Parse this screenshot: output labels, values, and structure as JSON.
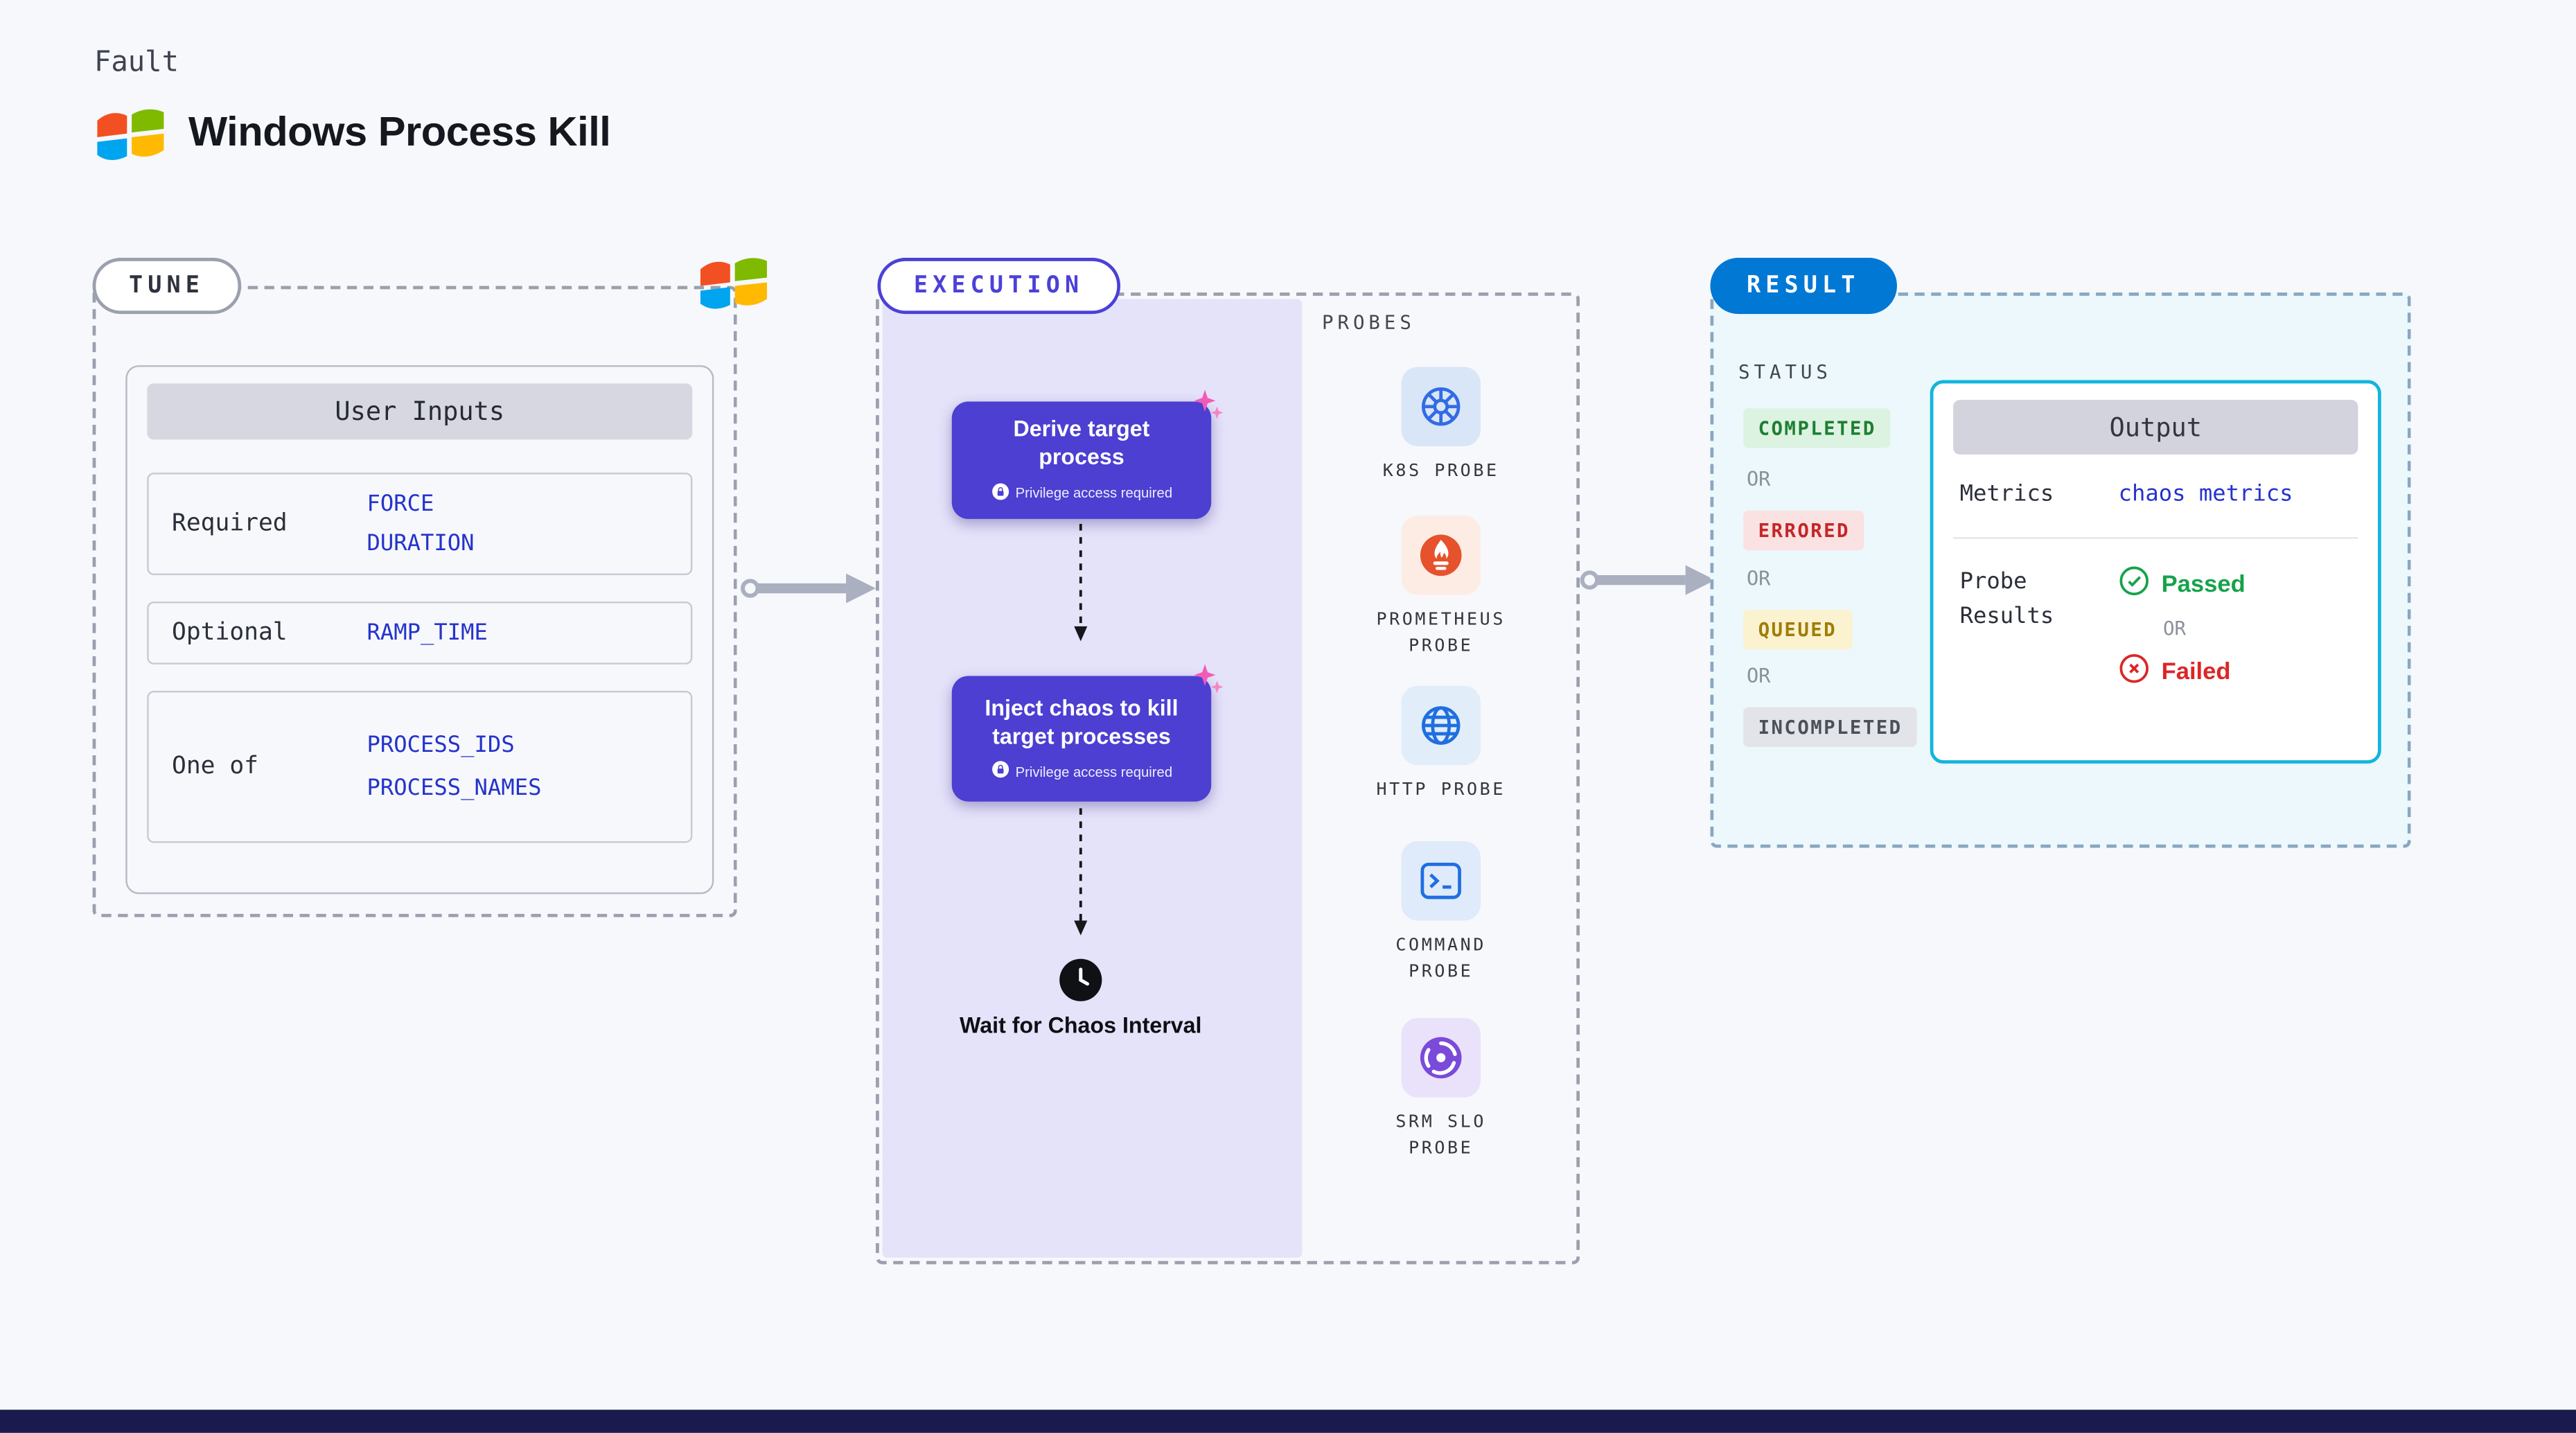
{
  "header": {
    "fault_label": "Fault",
    "title": "Windows Process Kill",
    "logo_icon": "windows-logo"
  },
  "tune": {
    "label": "TUNE",
    "logo_icon": "windows-logo",
    "inputs": {
      "header": "User Inputs",
      "rows": [
        {
          "label": "Required",
          "values": [
            "FORCE",
            "DURATION"
          ]
        },
        {
          "label": "Optional",
          "values": [
            "RAMP_TIME"
          ]
        },
        {
          "label": "One of",
          "values": [
            "PROCESS_IDS",
            "PROCESS_NAMES"
          ]
        }
      ]
    }
  },
  "execution": {
    "label": "EXECUTION",
    "steps": [
      {
        "title": "Derive target process",
        "badge": "Privilege access required",
        "badge_icon": "lock-icon",
        "corner_icon": "sparkle-icon"
      },
      {
        "title": "Inject chaos to kill target processes",
        "badge": "Privilege access required",
        "badge_icon": "lock-icon",
        "corner_icon": "sparkle-icon"
      }
    ],
    "wait": {
      "label": "Wait for Chaos Interval",
      "icon": "clock-icon"
    },
    "probes": {
      "label": "PROBES",
      "items": [
        {
          "name": "K8S PROBE",
          "icon": "k8s-probe-icon"
        },
        {
          "name": "PROMETHEUS PROBE",
          "icon": "prometheus-probe-icon"
        },
        {
          "name": "HTTP PROBE",
          "icon": "http-probe-icon"
        },
        {
          "name": "COMMAND PROBE",
          "icon": "command-probe-icon"
        },
        {
          "name": "SRM SLO PROBE",
          "icon": "srm-slo-probe-icon"
        }
      ]
    }
  },
  "result": {
    "label": "RESULT",
    "status": {
      "label": "STATUS",
      "separator": "OR",
      "items": [
        {
          "text": "COMPLETED",
          "state": "completed"
        },
        {
          "text": "ERRORED",
          "state": "errored"
        },
        {
          "text": "QUEUED",
          "state": "queued"
        },
        {
          "text": "INCOMPLETED",
          "state": "incompleted"
        }
      ]
    },
    "output": {
      "header": "Output",
      "metrics": {
        "label": "Metrics",
        "value": "chaos metrics"
      },
      "probe_results": {
        "label": "Probe Results",
        "passed": "Passed",
        "passed_icon": "check-circle-icon",
        "separator": "OR",
        "failed": "Failed",
        "failed_icon": "x-circle-icon"
      }
    }
  },
  "colors": {
    "background": "#f7f8fb",
    "accent_purple": "#4c3fd1",
    "accent_blue": "#0278d5",
    "link_blue": "#2433cc",
    "panel_purple": "#e5e3fa",
    "output_border_cyan": "#12b5dd",
    "status_completed": "#1d7f30",
    "status_errored": "#c42727",
    "status_queued": "#9f7d06",
    "status_incompleted": "#4c5059",
    "passed_green": "#16a34a",
    "failed_red": "#dc2626",
    "sparkle_pink": "#f15bb5",
    "footer_bar": "#1a1a4e"
  }
}
